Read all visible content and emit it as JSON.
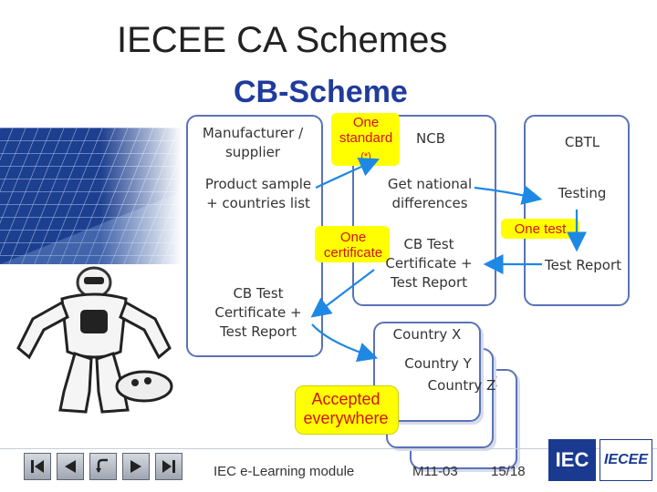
{
  "header": {
    "title": "IECEE CA Schemes",
    "subtitle": "CB-Scheme"
  },
  "diagram": {
    "manufacturer": "Manufacturer / supplier",
    "product_sample": "Product sample + countries list",
    "cb_test_left": "CB Test Certificate + Test Report",
    "one_standard": "One standard",
    "one_standard_note": "(*)",
    "ncb": "NCB",
    "get_national": "Get national differences",
    "one_certificate": "One certificate",
    "cb_test_center": "CB Test Certificate + Test Report",
    "cbtl": "CBTL",
    "testing": "Testing",
    "one_test": "One test",
    "test_report": "Test Report",
    "countries": [
      "Country X",
      "Country Y",
      "Country Z"
    ],
    "accepted": "Accepted everywhere"
  },
  "footer": {
    "module": "IEC e-Learning module",
    "code": "M11-03",
    "page": "15/18",
    "logo_iec": "IEC",
    "logo_iecee": "IECEE"
  },
  "nav": [
    "first-icon",
    "previous-icon",
    "return-icon",
    "next-icon",
    "last-icon"
  ],
  "colors": {
    "accent": "#1f3b9c",
    "highlight": "#ffff00",
    "alert": "#d11414",
    "frame": "#5a73b8"
  }
}
